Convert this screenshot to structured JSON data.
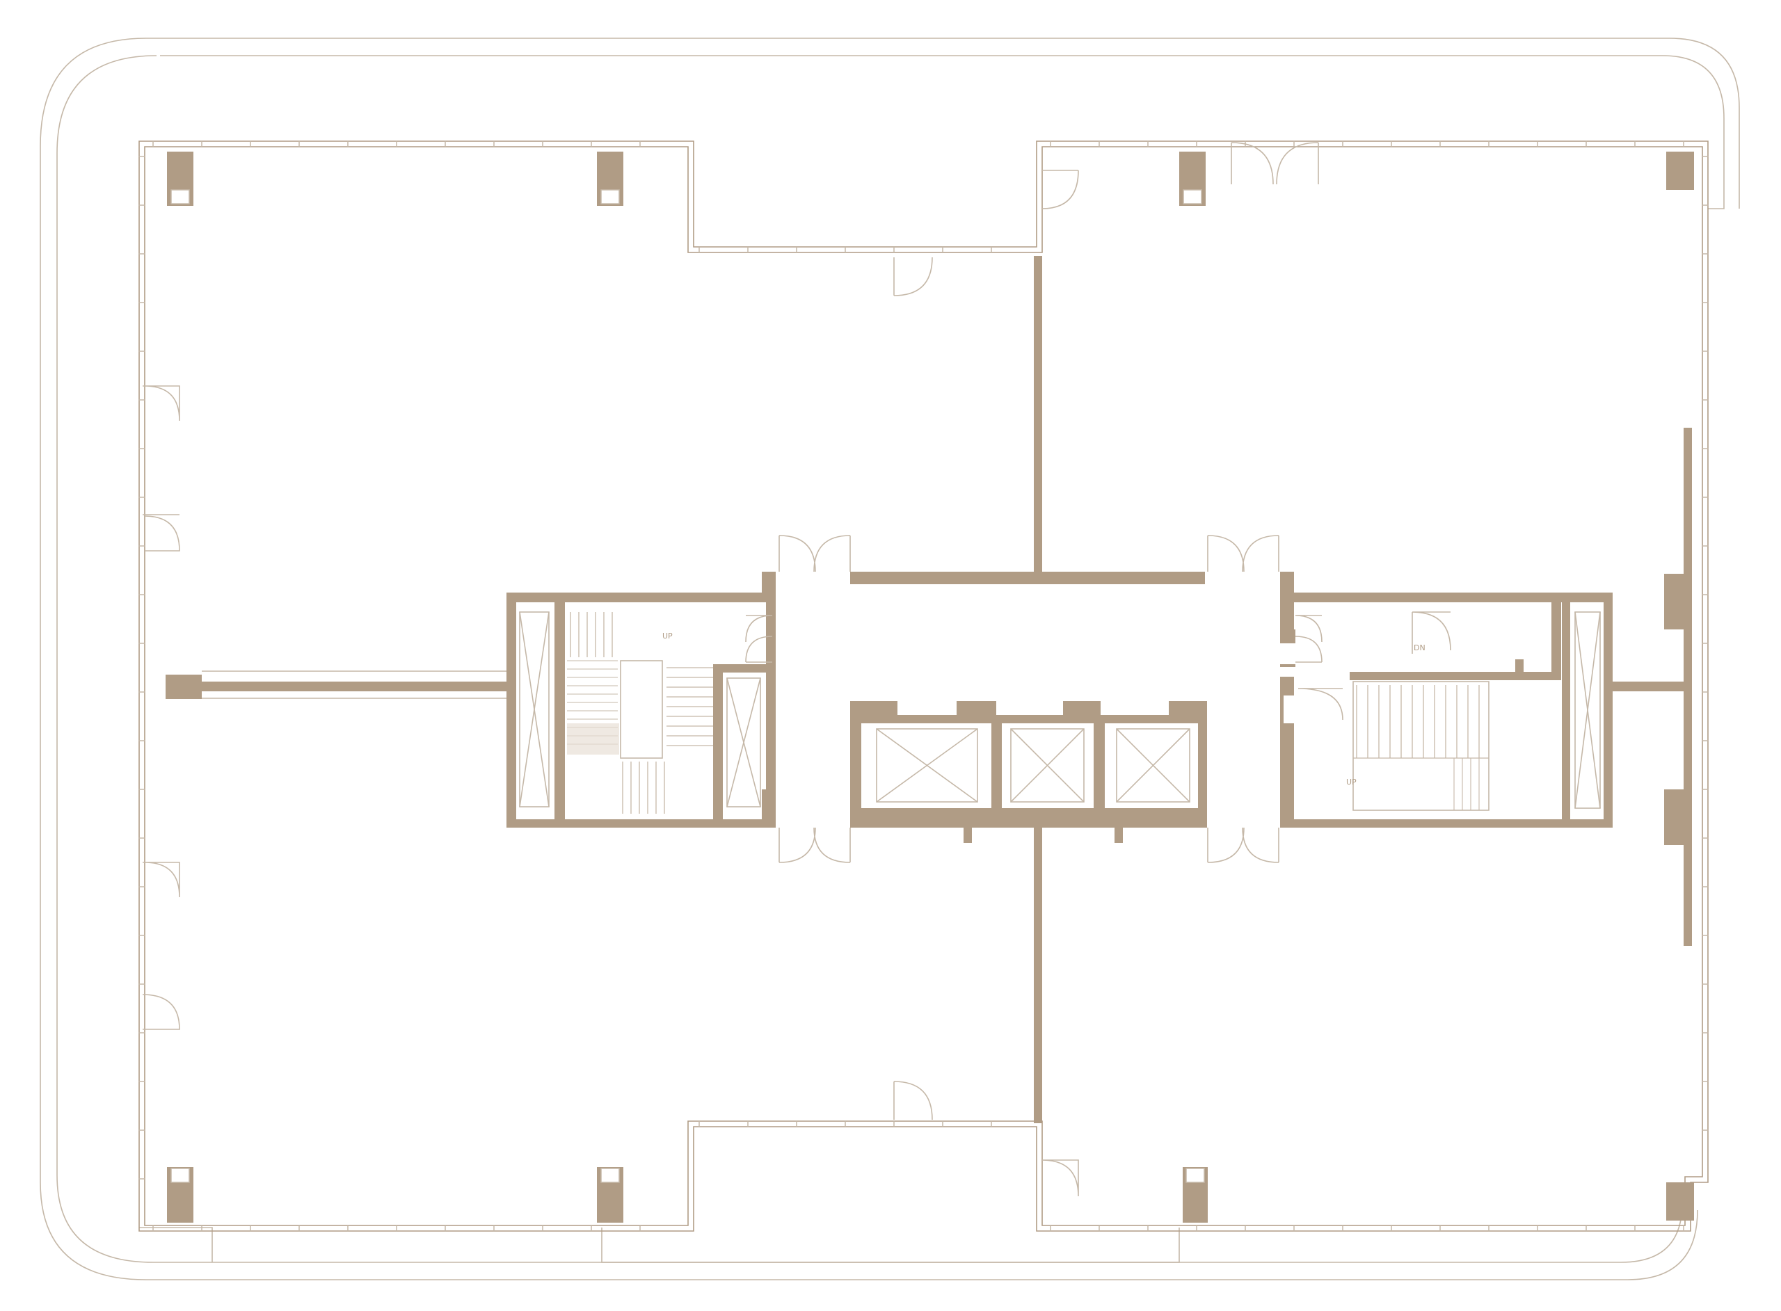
{
  "plan": {
    "colors": {
      "wall": "#b09c85",
      "line": "#c5b8a8",
      "background": "#ffffff"
    },
    "labels": {
      "stair_left_up": "UP",
      "stair_right_up": "UP",
      "stair_right_dn": "DN"
    }
  }
}
